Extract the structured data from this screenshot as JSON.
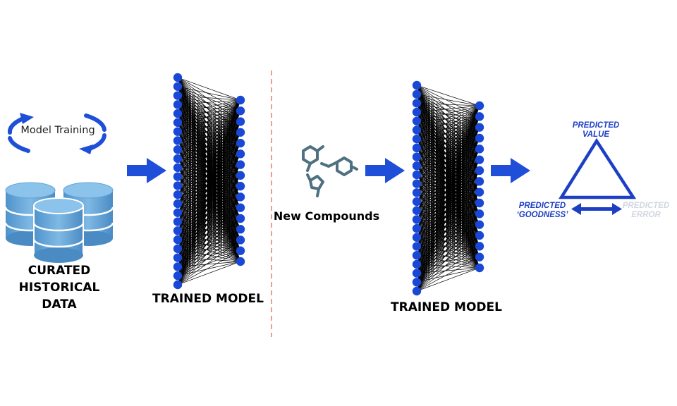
{
  "labels": {
    "model_training": "Model Training",
    "curated_data": "CURATED\nHISTORICAL\nDATA",
    "trained_model_1": "TRAINED MODEL",
    "new_compounds": "New Compounds",
    "trained_model_2": "TRAINED MODEL",
    "predicted_value": "PREDICTED\nVALUE",
    "predicted_goodness": "PREDICTED\n‘GOODNESS’",
    "predicted_error": "PREDICTED\nERROR"
  },
  "colors": {
    "accent_blue": "#1f4fd8",
    "node_blue": "#1947d6",
    "triangle_blue": "#1d3fc4",
    "database_blue": "#5fa3d6",
    "divider_orange": "#e8866a",
    "molecule_gray": "#4e7080",
    "error_gray": "#d2d6e0"
  },
  "icons": [
    "cycle-arrows-icon",
    "database-icon",
    "neural-network-icon",
    "molecule-icon",
    "arrow-right-icon",
    "triangle-icon",
    "double-arrow-icon"
  ],
  "networks": [
    {
      "left_nodes": 24,
      "right_nodes": 16
    },
    {
      "left_nodes": 24,
      "right_nodes": 16
    }
  ]
}
